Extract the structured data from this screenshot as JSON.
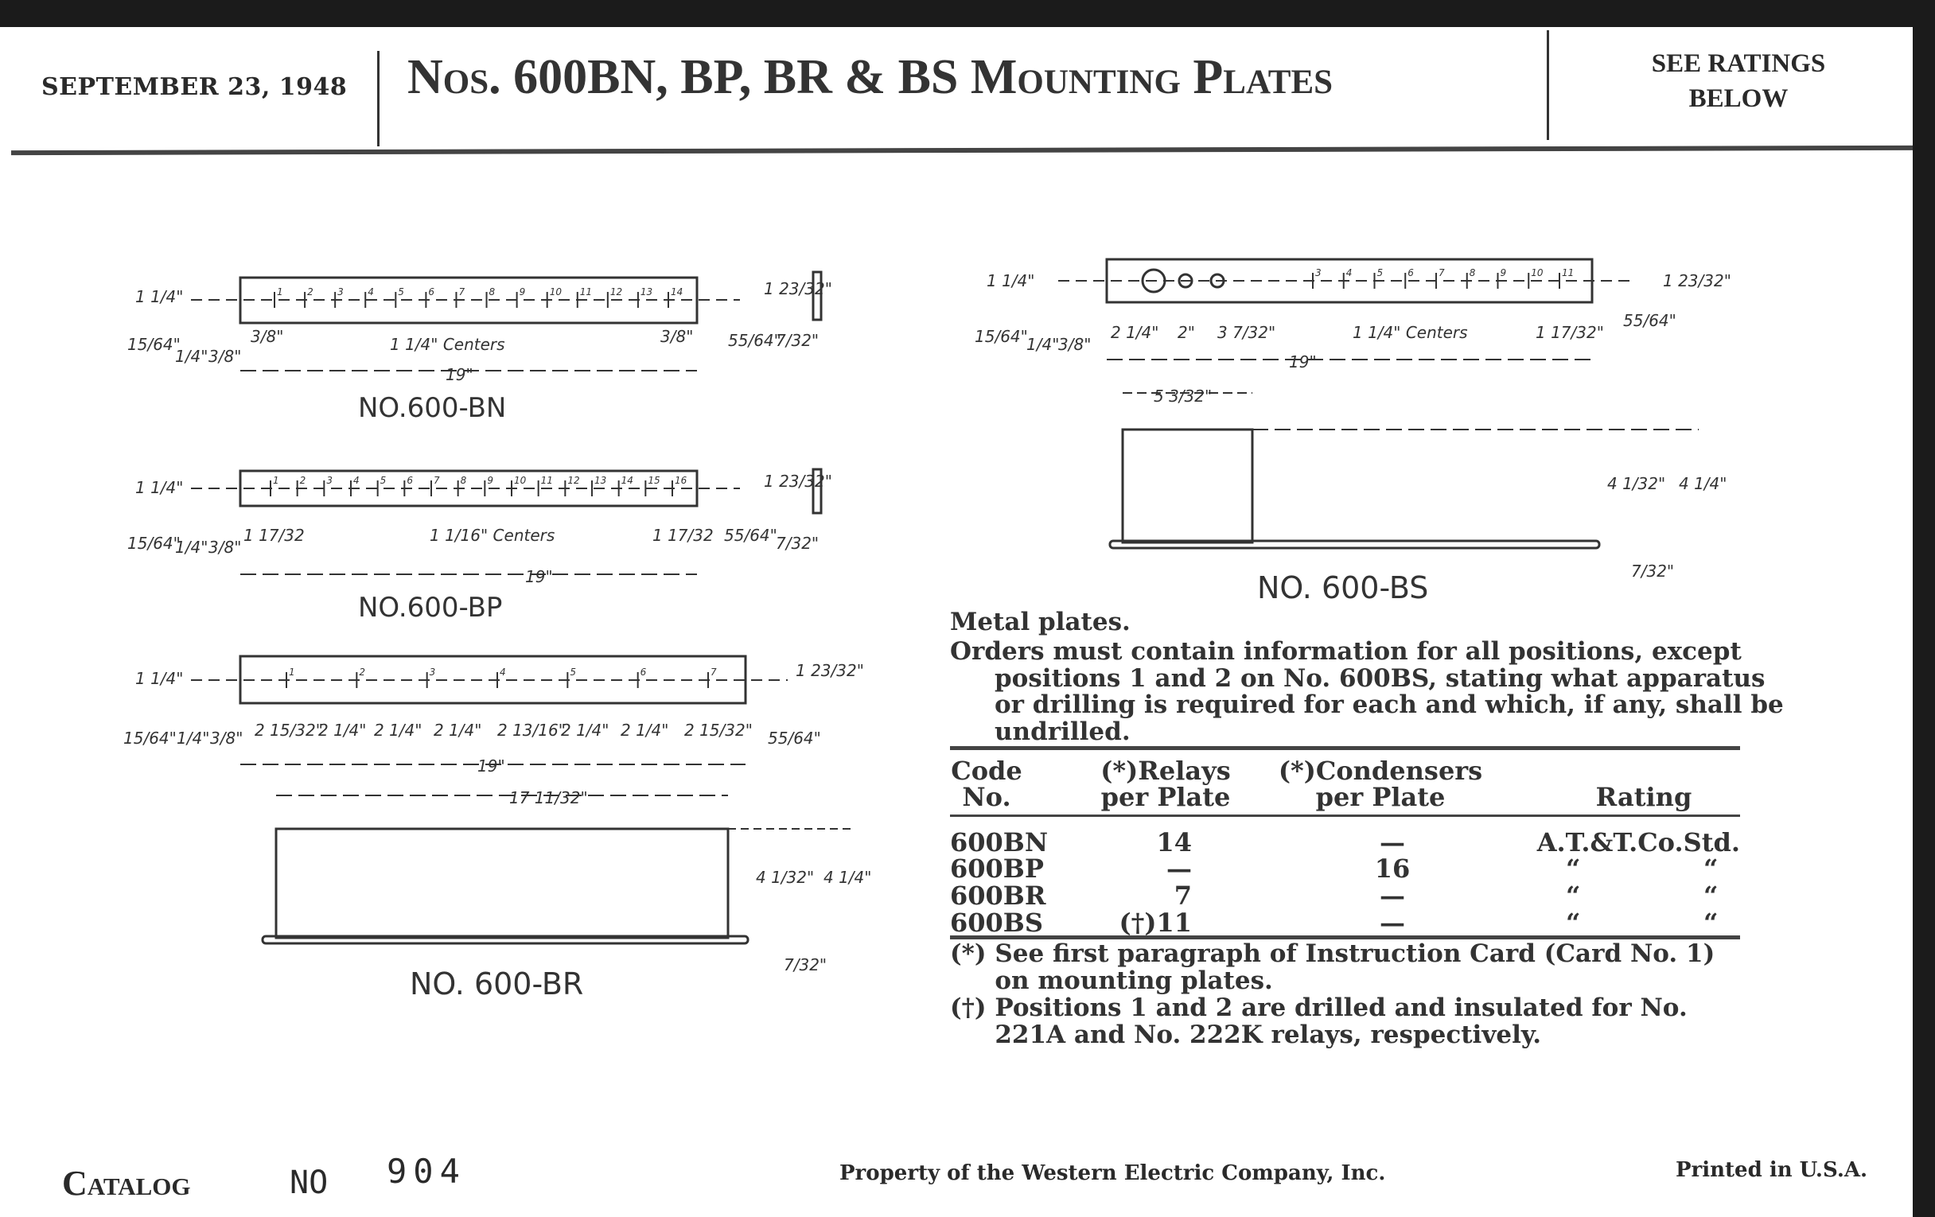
{
  "header": {
    "date": "SEPTEMBER 23, 1948",
    "title": "Nos. 600BN, BP, BR & BS Mounting Plates",
    "ratings_note": [
      "SEE RATINGS",
      "BELOW"
    ]
  },
  "drawings": {
    "bn": {
      "caption": "NO.600-BN",
      "positions": 14,
      "dims": [
        "1 1/4\"",
        "15/64\"",
        "1/4\"",
        "3/8\"",
        "3/8\"",
        "1 1/4\" Centers",
        "3/8\"",
        "19\"",
        "1 23/32\"",
        "55/64\"",
        "7/32\""
      ]
    },
    "bp": {
      "caption": "NO.600-BP",
      "positions": 16,
      "dims": [
        "1 1/4\"",
        "15/64\"",
        "1/4\"",
        "3/8\"",
        "1 17/32",
        "1 1/16\" Centers",
        "1 17/32",
        "19\"",
        "1 23/32\"",
        "55/64\"",
        "7/32\""
      ]
    },
    "br": {
      "caption": "NO. 600-BR",
      "positions": 7,
      "dims": [
        "1 1/4\"",
        "15/64\"",
        "1/4\"",
        "3/8\"",
        "2 15/32\"",
        "2 1/4\"",
        "2 1/4\"",
        "2 1/4\"",
        "2 13/16\"",
        "2 1/4\"",
        "2 1/4\"",
        "2 15/32\"",
        "19\"",
        "1 23/32\"",
        "55/64\"",
        "17 11/32\"",
        "4 1/32\"",
        "4 1/4\"",
        "7/32\""
      ]
    },
    "bs": {
      "caption": "NO. 600-BS",
      "positions": 11,
      "dims": [
        "1 1/4\"",
        "15/64\"",
        "1/4\"",
        "3/8\"",
        "2 1/4\"",
        "2\"",
        "3 7/32\"",
        "1 1/4\" Centers",
        "1 17/32\"",
        "19\"",
        "1 23/32\"",
        "55/64\"",
        "5 3/32\"",
        "4 1/32\"",
        "4 1/4\"",
        "7/32\""
      ]
    }
  },
  "text": {
    "metal": "Metal plates.",
    "orders": "Orders must contain information for all positions, except positions 1 and 2 on No. 600BS, stating what apparatus or drilling is required for each and which, if any, shall be undrilled."
  },
  "table": {
    "headers": {
      "code": [
        "Code",
        "No."
      ],
      "relays": [
        "(*)Relays",
        "per Plate"
      ],
      "condensers": [
        "(*)Condensers",
        "per Plate"
      ],
      "rating": "Rating"
    },
    "rows": [
      {
        "code": "600BN",
        "relays": "14",
        "condensers": "—",
        "rating": "A.T.&T.Co.Std."
      },
      {
        "code": "600BP",
        "relays": "—",
        "condensers": "16",
        "rating_ditto": [
          "“",
          "“"
        ]
      },
      {
        "code": "600BR",
        "relays": "7",
        "condensers": "—",
        "rating_ditto": [
          "“",
          "“"
        ]
      },
      {
        "code": "600BS",
        "relays": "(†)11",
        "condensers": "—",
        "rating_ditto": [
          "“",
          "“"
        ]
      }
    ],
    "footnotes": [
      {
        "mark": "(*)",
        "text": "See first paragraph of Instruction Card (Card No. 1) on mounting plates."
      },
      {
        "mark": "(†)",
        "text": "Positions 1 and 2 are drilled and insulated for No. 221A and No. 222K relays, respectively."
      }
    ]
  },
  "footer": {
    "catalog": "Catalog",
    "no": "NO",
    "number": "904",
    "property": "Property of the Western Electric Company, Inc.",
    "printed": "Printed in U.S.A."
  }
}
